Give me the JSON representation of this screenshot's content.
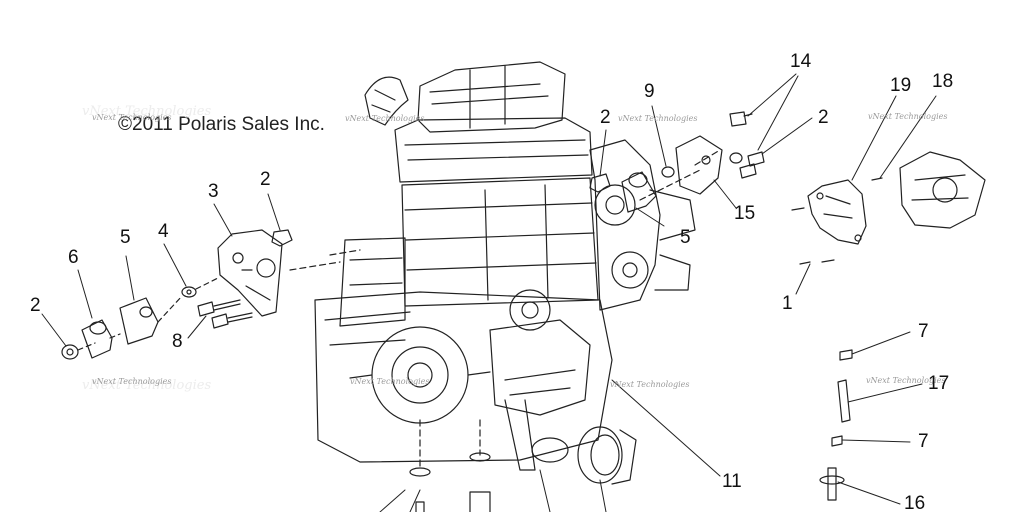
{
  "diagram": {
    "copyright": "©2011  Polaris Sales Inc.",
    "watermark": "vNext Technologies",
    "callouts": [
      "2",
      "6",
      "5",
      "4",
      "3",
      "2",
      "8",
      "2",
      "9",
      "14",
      "2",
      "5",
      "15",
      "19",
      "18",
      "1",
      "7",
      "17",
      "7",
      "16",
      "11"
    ]
  }
}
